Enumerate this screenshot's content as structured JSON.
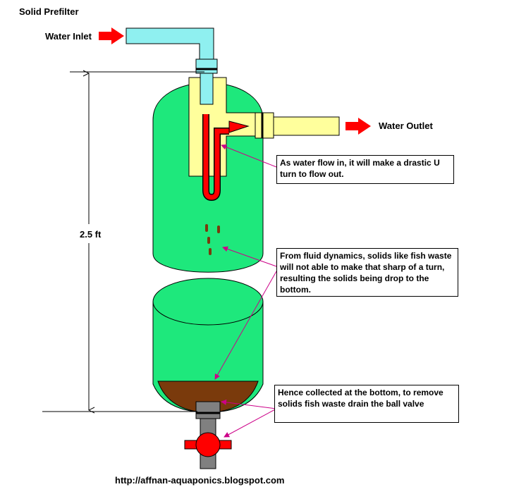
{
  "title": "Solid Prefilter",
  "labels": {
    "water_inlet": "Water Inlet",
    "water_outlet": "Water Outlet",
    "height": "2.5 ft",
    "url": "http://affnan-aquaponics.blogspot.com"
  },
  "notes": {
    "u_turn": "As water flow in, it will make a drastic U turn to flow out.",
    "fluid_dynamics": "From fluid dynamics, solids like fish waste will not able to make that sharp of a turn, resulting the solids being drop to the bottom.",
    "collected": "Hence collected at the bottom, to remove solids fish waste drain the ball valve"
  },
  "colors": {
    "tank_green": "#1ee87c",
    "inlet_pipe_blue": "#8ff0f0",
    "inner_pipe_yellow": "#ffff9c",
    "flow_red": "#ff0000",
    "sediment_brown": "#7a3a0c",
    "valve_grey": "#808080",
    "pointer_magenta": "#cc0088"
  }
}
